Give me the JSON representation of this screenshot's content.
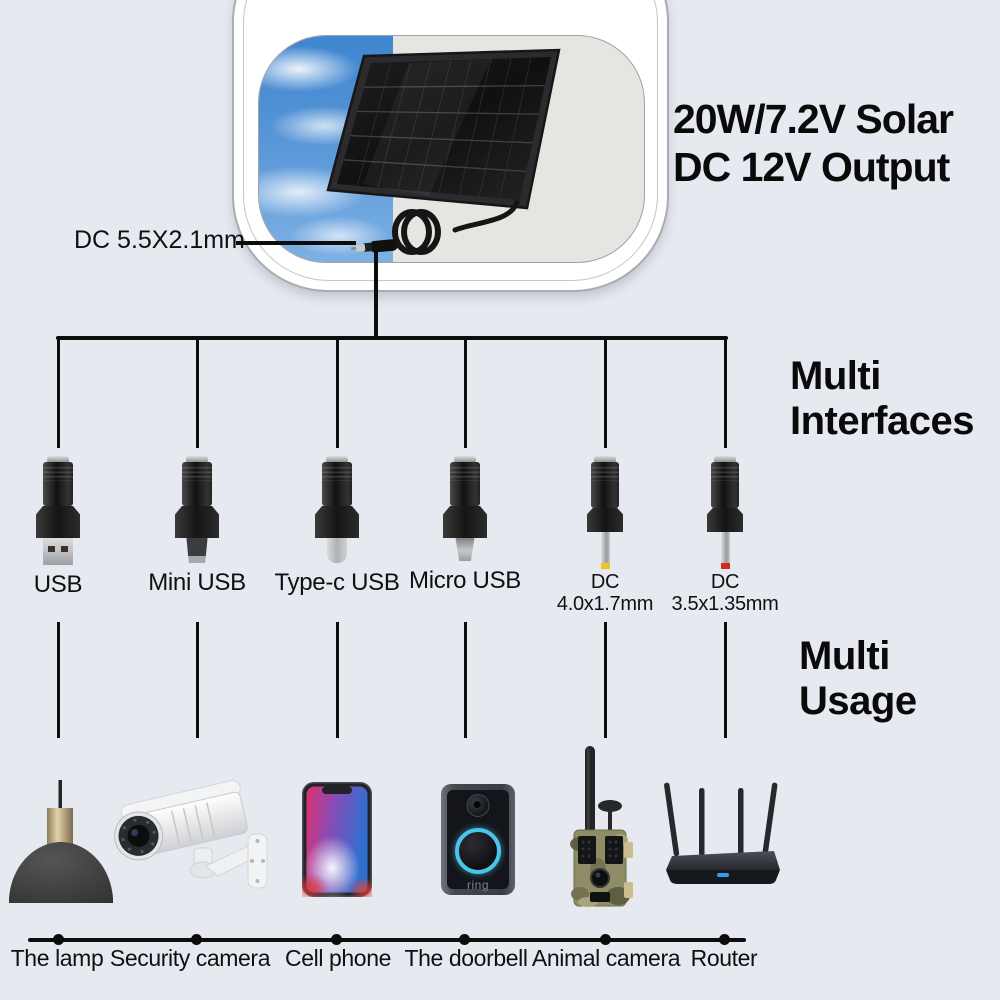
{
  "headline": {
    "line1": "20W/7.2V Solar",
    "line2": "DC 12V Output"
  },
  "callout": {
    "label": "DC 5.5X2.1mm"
  },
  "sections": {
    "interfaces": {
      "line1": "Multi",
      "line2": "Interfaces"
    },
    "usage": {
      "line1": "Multi",
      "line2": "Usage"
    }
  },
  "interfaces": [
    {
      "icon": "usb-a-adapter-icon",
      "label": "USB",
      "sublabel": ""
    },
    {
      "icon": "mini-usb-adapter-icon",
      "label": "Mini USB",
      "sublabel": ""
    },
    {
      "icon": "type-c-adapter-icon",
      "label": "Type-c USB",
      "sublabel": ""
    },
    {
      "icon": "micro-usb-adapter-icon",
      "label": "Micro USB",
      "sublabel": ""
    },
    {
      "icon": "dc-plug-yellow-adapter-icon",
      "label": "DC",
      "sublabel": "4.0x1.7mm"
    },
    {
      "icon": "dc-plug-red-adapter-icon",
      "label": "DC",
      "sublabel": "3.5x1.35mm"
    }
  ],
  "devices": [
    {
      "icon": "pendant-lamp-image",
      "label": "The lamp"
    },
    {
      "icon": "security-camera-image",
      "label": "Security camera"
    },
    {
      "icon": "cell-phone-image",
      "label": "Cell phone"
    },
    {
      "icon": "video-doorbell-image",
      "label": "The doorbell",
      "brand": "ring"
    },
    {
      "icon": "trail-camera-image",
      "label": "Animal camera"
    },
    {
      "icon": "wifi-router-image",
      "label": "Router"
    }
  ],
  "colors": {
    "background": "#e6e9f0",
    "line": "#0d0d0d",
    "sky_blue": "#4a8fd4",
    "doorbell_ring_accent": "#4cc4ea",
    "dc_tip_yellow": "#f0c41f",
    "dc_tip_red": "#d42a1e"
  }
}
